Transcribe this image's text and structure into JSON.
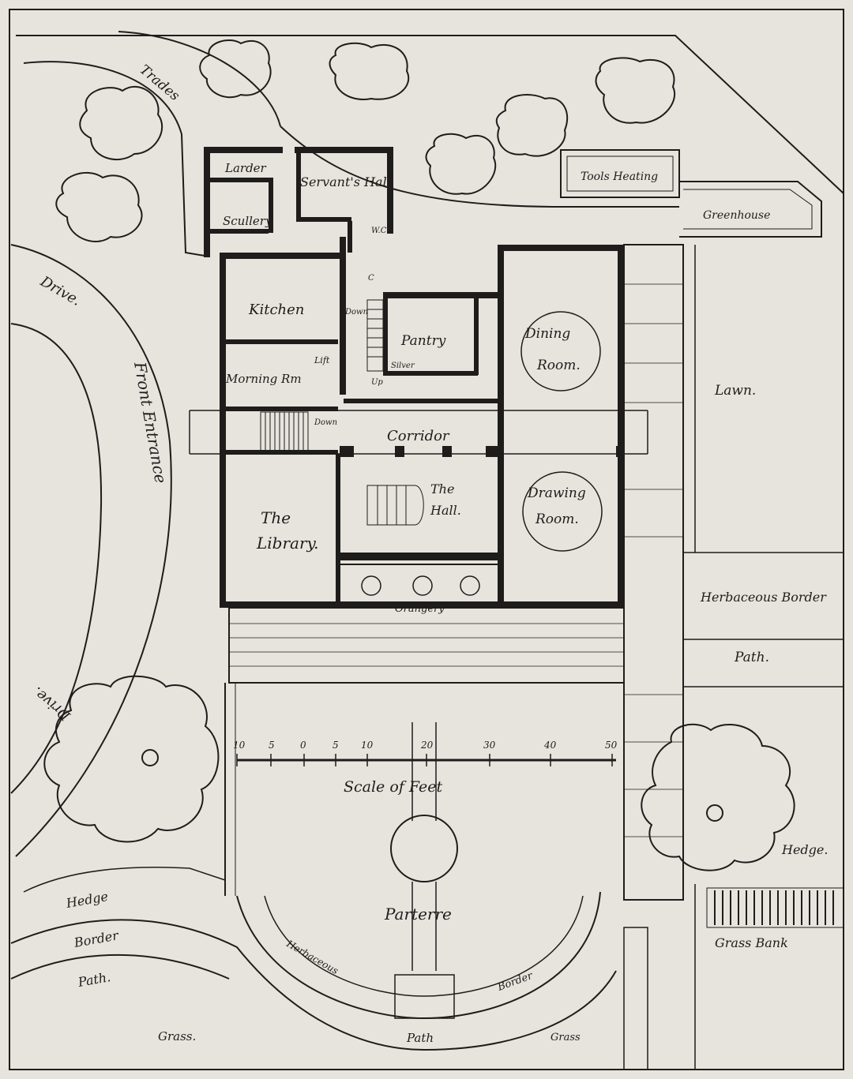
{
  "colors": {
    "paper": "#e6e4dd",
    "ink": "#1e1d1b"
  },
  "plan": {
    "labels": {
      "trades": "Trades",
      "drive_top": "Drive.",
      "drive_bottom": "Drive.",
      "front_entrance": "Front Entrance",
      "larder": "Larder",
      "servants_hall": "Servant's Hall",
      "scullery": "Scullery",
      "wc": "W.C",
      "c": "C",
      "kitchen": "Kitchen",
      "down_1": "Down",
      "pantry": "Pantry",
      "silver": "Silver",
      "up": "Up",
      "dining_room_1": "Dining",
      "dining_room_2": "Room.",
      "morning_rm": "Morning Rm",
      "lift": "Lift",
      "down_2": "Down",
      "corridor": "Corridor",
      "the_hall_1": "The",
      "the_hall_2": "Hall.",
      "drawing_room_1": "Drawing",
      "drawing_room_2": "Room.",
      "library_1": "The",
      "library_2": "Library.",
      "orangery": "Orangery",
      "tools_heating": "Tools Heating",
      "greenhouse": "Greenhouse",
      "lawn": "Lawn.",
      "herbaceous_border_right": "Herbaceous Border",
      "path_right": "Path.",
      "scale_caption": "Scale of Feet",
      "hedge_right": "Hedge.",
      "hedge_left": "Hedge",
      "border_left": "Border",
      "path_left": "Path.",
      "parterre": "Parterre",
      "herbaceous_curve": "Herbaceous",
      "border_curve": "Border",
      "grass_bank": "Grass Bank",
      "grass_left": "Grass.",
      "path_bottom": "Path",
      "grass_right": "Grass"
    },
    "scale_ticks": [
      "10",
      "5",
      "0",
      "5",
      "10",
      "20",
      "30",
      "40",
      "50"
    ]
  }
}
